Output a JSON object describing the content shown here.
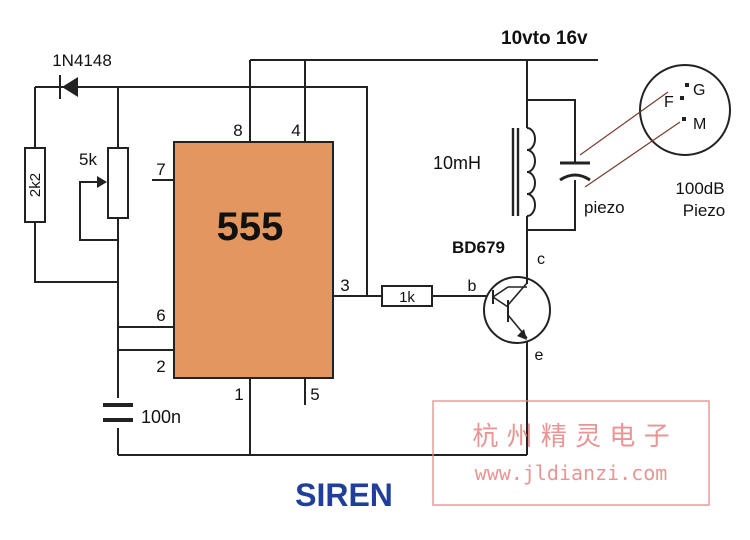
{
  "title": "SIREN",
  "supply_label": "10vto 16v",
  "ic_label": "555",
  "pins": {
    "p8": "8",
    "p4": "4",
    "p7": "7",
    "p6": "6",
    "p2": "2",
    "p3": "3",
    "p1": "1",
    "p5": "5"
  },
  "components": {
    "diode": "1N4148",
    "resistor_2k2": "2k2",
    "pot_5k": "5k",
    "cap_100n": "100n",
    "resistor_1k": "1k",
    "transistor": "BD679",
    "pin_b": "b",
    "pin_c": "c",
    "pin_e": "e",
    "inductor": "10mH",
    "piezo_cap": "piezo",
    "piezo_rating": "100dB",
    "piezo_name": "Piezo",
    "terminal_g": "G",
    "terminal_f": "F",
    "terminal_m": "M"
  },
  "watermark": {
    "cn": "杭 州 精 灵 电 子",
    "url": "www.jldianzi.com"
  },
  "colors": {
    "ic_fill": "#e3975f",
    "title": "#1f3f9a",
    "wire": "#222222",
    "watermark": "#e58a8a"
  }
}
